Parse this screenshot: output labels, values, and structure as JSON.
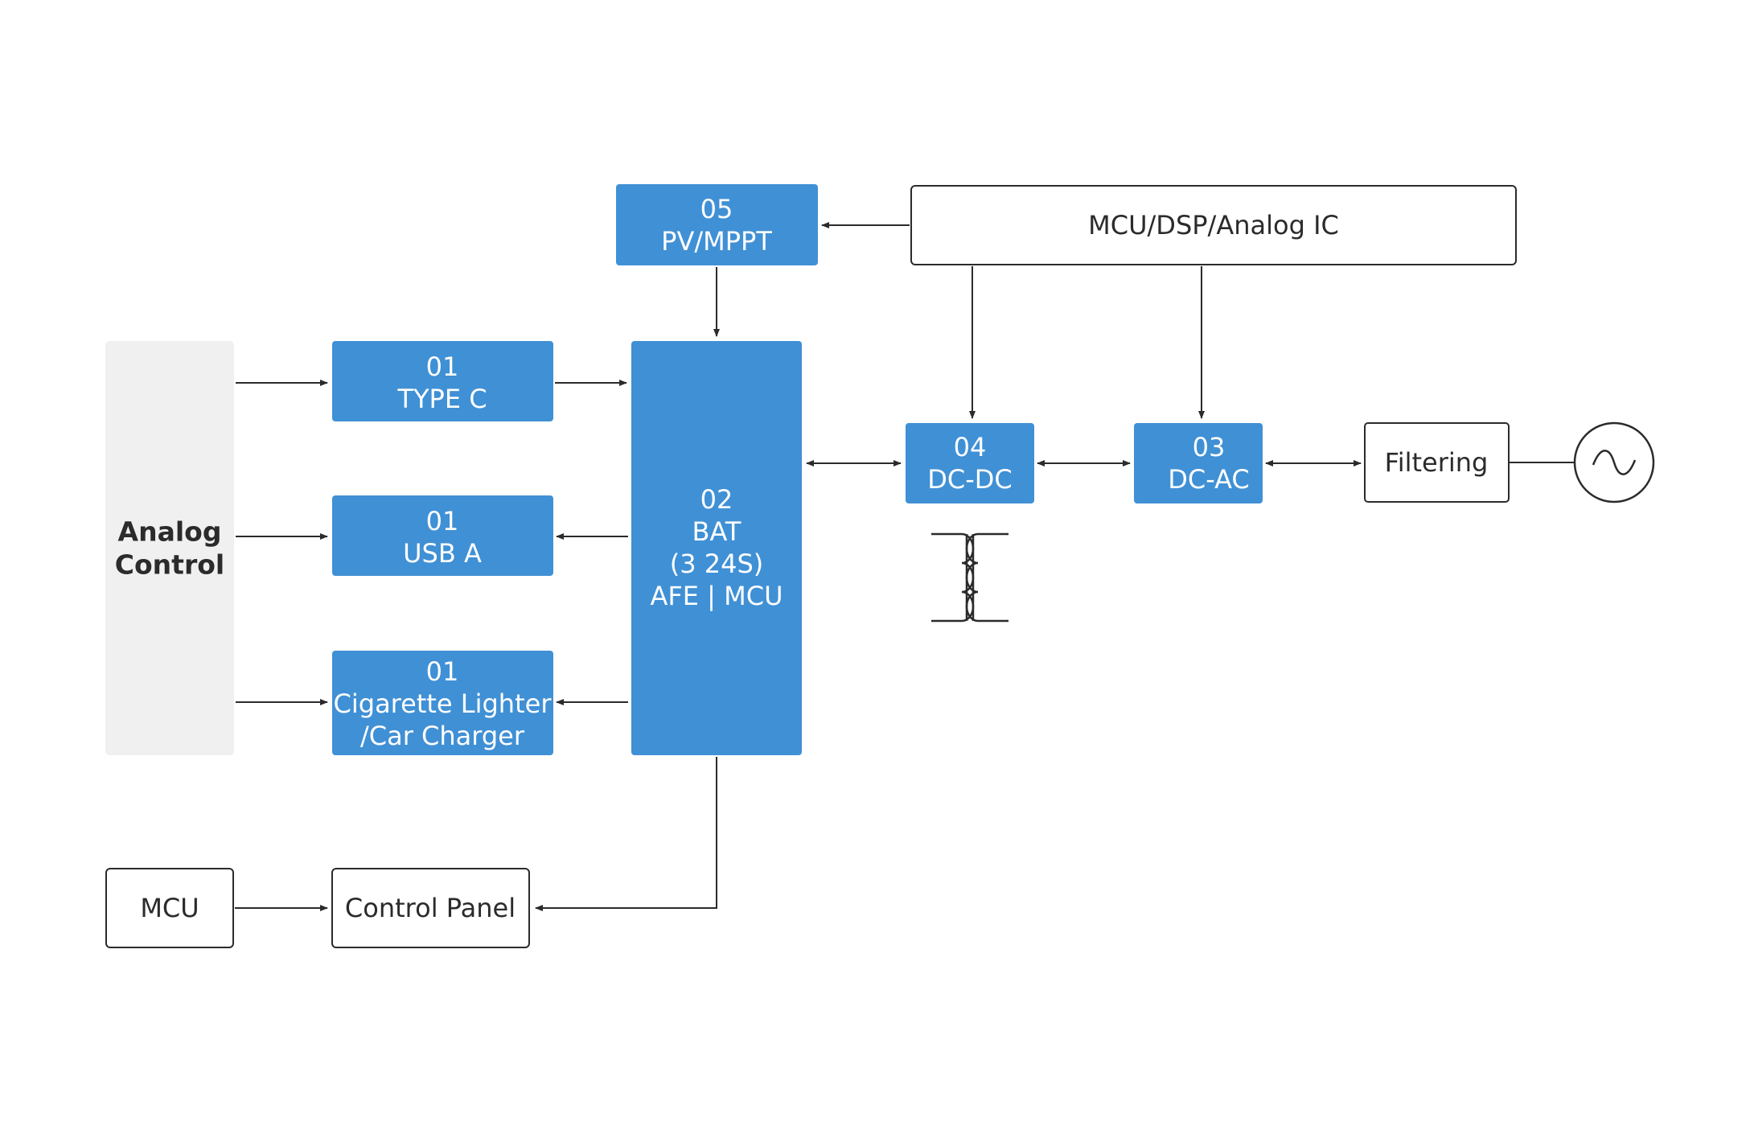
{
  "analog_control": {
    "line1": "Analog",
    "line2": "Control"
  },
  "type_c": {
    "number": "01",
    "label": "TYPE C"
  },
  "usb_a": {
    "number": "01",
    "label": "USB A"
  },
  "cig": {
    "number": "01",
    "line1": "Cigarette Lighter",
    "line2": "/Car Charger"
  },
  "pv": {
    "number": "05",
    "label": "PV/MPPT"
  },
  "bat": {
    "number": "02",
    "line1": "BAT",
    "line2": "(3 24S)",
    "line3": "AFE | MCU"
  },
  "mcu_dsp": {
    "label": "MCU/DSP/Analog IC"
  },
  "dcdc": {
    "number": "04",
    "label": "DC-DC"
  },
  "dcac": {
    "number": "03",
    "label": "DC-AC"
  },
  "filtering": {
    "label": "Filtering"
  },
  "mcu": {
    "label": "MCU"
  },
  "control_panel": {
    "label": "Control Panel"
  },
  "colors": {
    "block_blue": "#4090d5",
    "panel_gray": "#f0f0f0",
    "line_dark": "#2b2b2b"
  },
  "icons": {
    "transformer": "transformer-symbol",
    "ac_source": "ac-source-symbol"
  }
}
